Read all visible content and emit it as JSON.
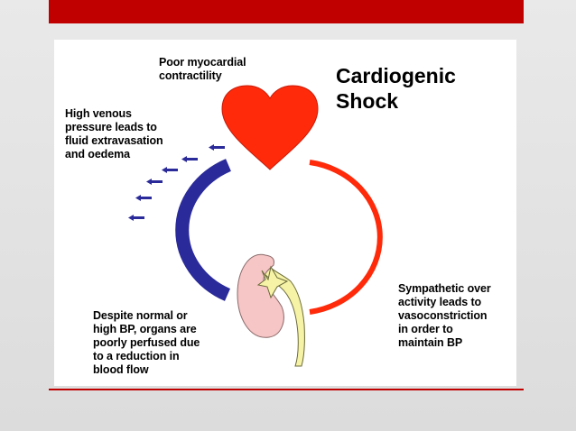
{
  "title": "Cardiogenic\nShock",
  "labels": {
    "heart": "Poor myocardial\ncontractility",
    "venous": "High venous\npressure leads to\nfluid extravasation\nand oedema",
    "perfusion": "Despite normal or\nhigh BP, organs are\npoorly perfused due\nto a reduction in\nblood flow",
    "sympathetic": "Sympathetic over\nactivity leads to\nvasoconstriction\nin order to\nmaintain BP"
  },
  "colors": {
    "accent_bar": "#c00000",
    "heart": "#ff2a0a",
    "venous_arc": "#2a2a9a",
    "arterial_arc": "#ff2a0a",
    "kidney": "#f6c5c5",
    "ureter": "#f6f3a6"
  },
  "icons": [
    "heart-icon",
    "kidney-icon",
    "arrow-left-icon"
  ]
}
